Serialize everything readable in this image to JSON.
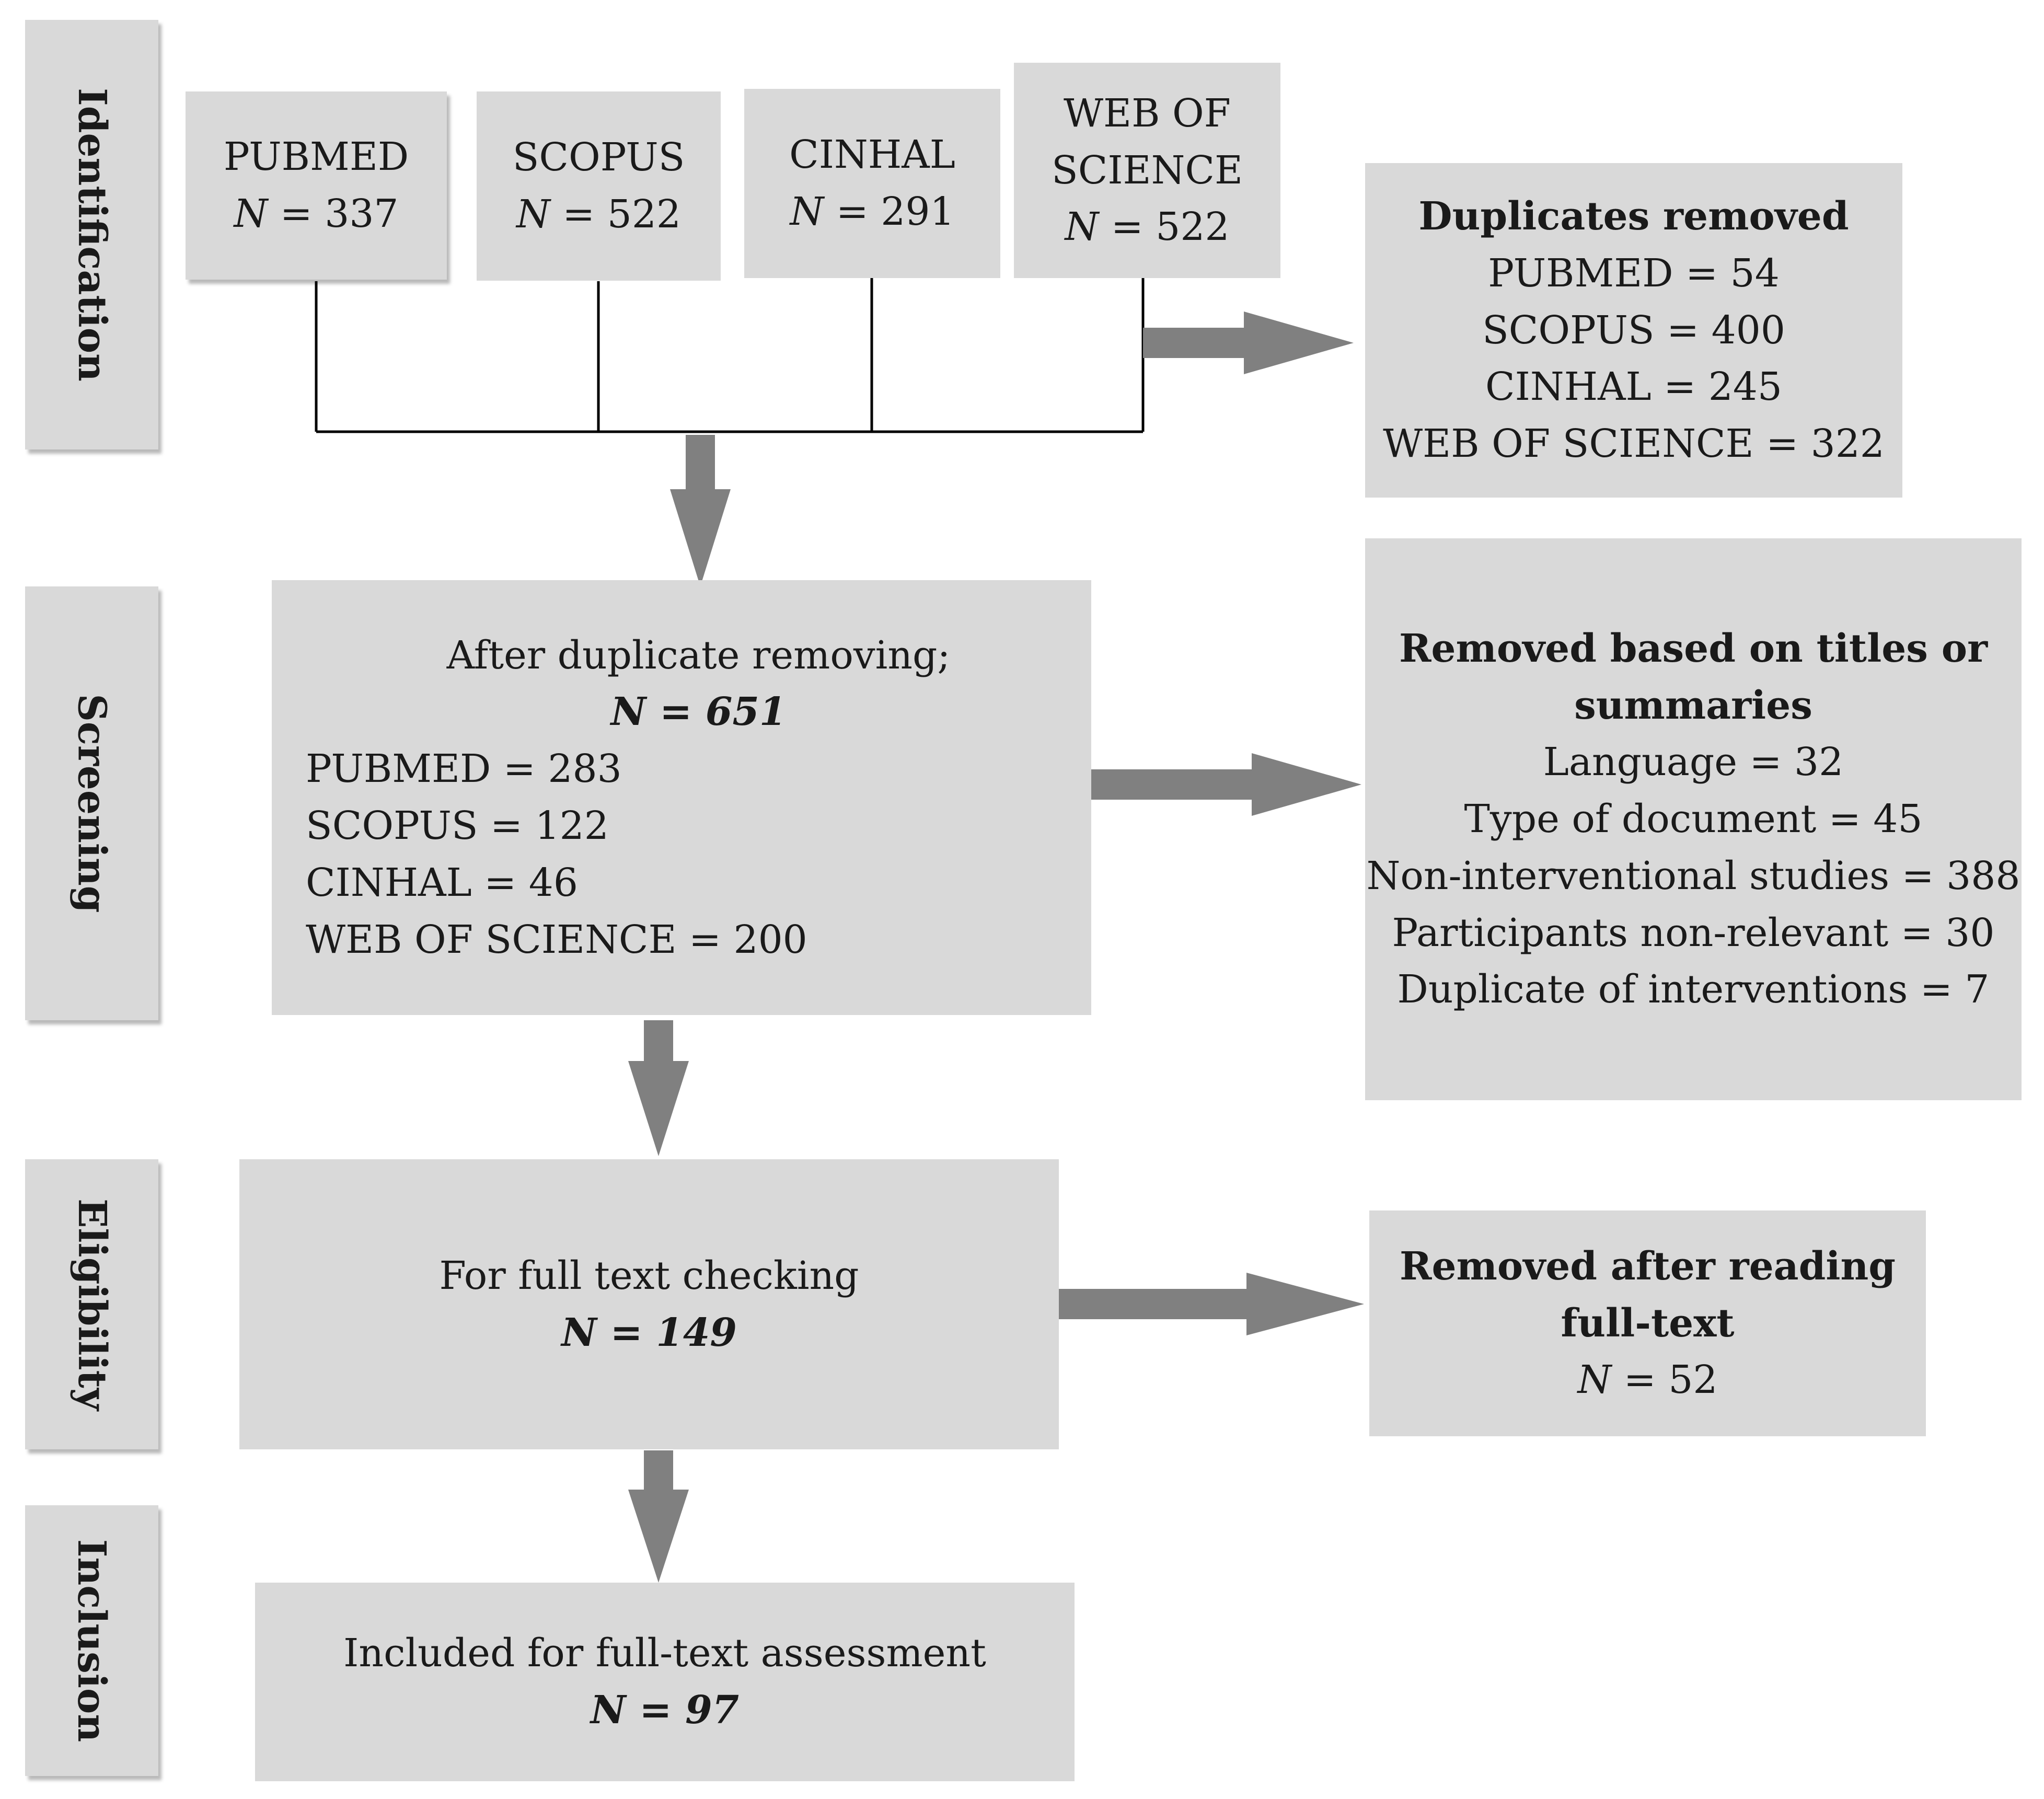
{
  "stages": {
    "identification": "Identification",
    "screening": "Screening",
    "eligibility": "Eligibility",
    "inclusion": "Inclusion"
  },
  "sources": [
    {
      "name": "PUBMED",
      "n_label": "N",
      "n_value": " = 337"
    },
    {
      "name": "SCOPUS",
      "n_label": "N",
      "n_value": " = 522"
    },
    {
      "name": "CINHAL",
      "n_label": "N",
      "n_value": " = 291"
    },
    {
      "name_line1": "WEB OF",
      "name_line2": "SCIENCE",
      "n_label": "N",
      "n_value": " = 522"
    }
  ],
  "duplicates": {
    "title": "Duplicates removed",
    "lines": [
      "PUBMED = 54",
      "SCOPUS = 400",
      "CINHAL = 245",
      "WEB OF SCIENCE = 322"
    ]
  },
  "after_duplicates": {
    "title": "After duplicate removing;",
    "total": "N = 651",
    "lines": [
      "PUBMED = 283",
      "SCOPUS = 122",
      "CINHAL = 46",
      "WEB OF SCIENCE = 200"
    ]
  },
  "removed_titles": {
    "title_line1": "Removed based on titles or",
    "title_line2": "summaries",
    "lines": [
      "Language = 32",
      "Type of document = 45",
      "Non-interventional studies = 388",
      "Participants non-relevant = 30",
      "Duplicate of interventions = 7"
    ]
  },
  "full_text": {
    "title": "For full text checking",
    "total": "N = 149"
  },
  "removed_fulltext": {
    "title_line1": "Removed after reading",
    "title_line2": "full-text",
    "n_label": "N",
    "n_value": " = 52"
  },
  "included": {
    "title": "Included for full-text assessment",
    "total": "N = 97"
  },
  "colors": {
    "box": "#d9d9d9",
    "arrow": "#808080",
    "connector": "#000000"
  }
}
